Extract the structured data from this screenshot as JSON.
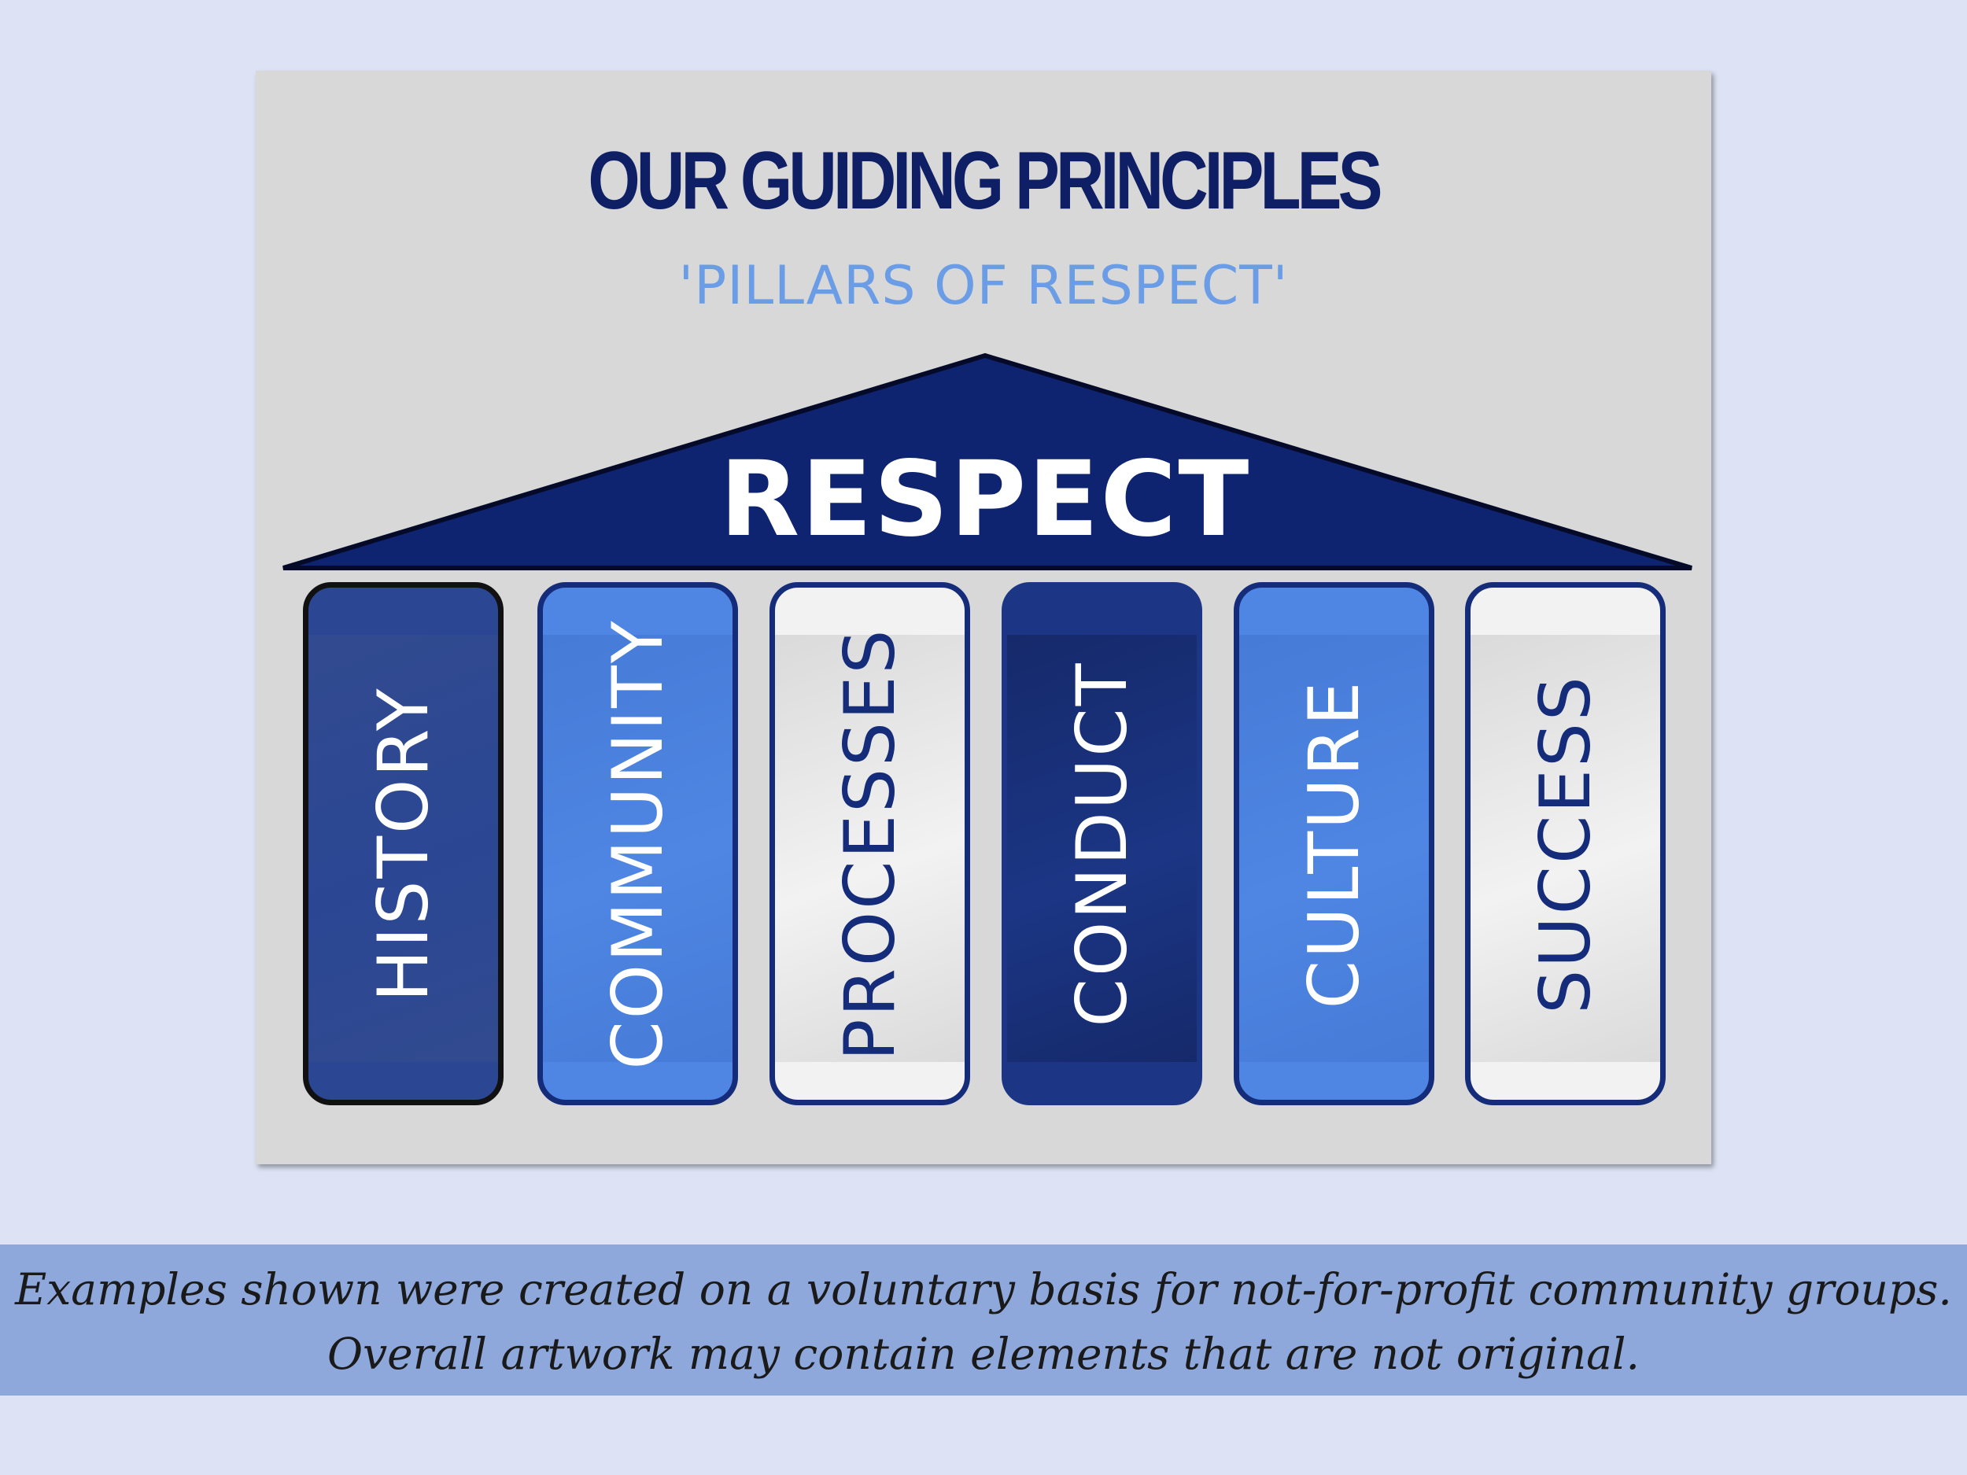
{
  "poster": {
    "title": "OUR GUIDING PRINCIPLES",
    "subtitle": "'PILLARS OF RESPECT'",
    "roof_word": "RESPECT"
  },
  "pillars": [
    {
      "label": "HISTORY",
      "fill": "#2b4794",
      "photo_tint": "#3a4e8a",
      "border": "#111111",
      "text": "#ffffff"
    },
    {
      "label": "COMMUNITY",
      "fill": "#4f86e3",
      "photo_tint": "#3b6fc9",
      "border": "#142c7a",
      "text": "#ffffff"
    },
    {
      "label": "PROCESSES",
      "fill": "#f2f2f2",
      "photo_tint": "#bdbdbd",
      "border": "#142c7a",
      "text": "#142c7a"
    },
    {
      "label": "CONDUCT",
      "fill": "#1c3685",
      "photo_tint": "#0d1a4a",
      "border": "#1c3685",
      "text": "#ffffff"
    },
    {
      "label": "CULTURE",
      "fill": "#4f86e3",
      "photo_tint": "#3b6fc9",
      "border": "#142c7a",
      "text": "#ffffff"
    },
    {
      "label": "SUCCESS",
      "fill": "#f2f2f2",
      "photo_tint": "#bdbdbd",
      "border": "#142c7a",
      "text": "#142c7a"
    }
  ],
  "caption": {
    "line1": "Examples shown were created on a voluntary basis for not-for-profit community groups.",
    "line2": "Overall artwork may contain elements that are not original."
  },
  "colors": {
    "background": "#dde3f4",
    "card": "#d8d8d8",
    "navy": "#0f1f66",
    "roof": "#0f2470",
    "subtitle": "#6a9de6",
    "caption_band": "#8ea8dc"
  }
}
